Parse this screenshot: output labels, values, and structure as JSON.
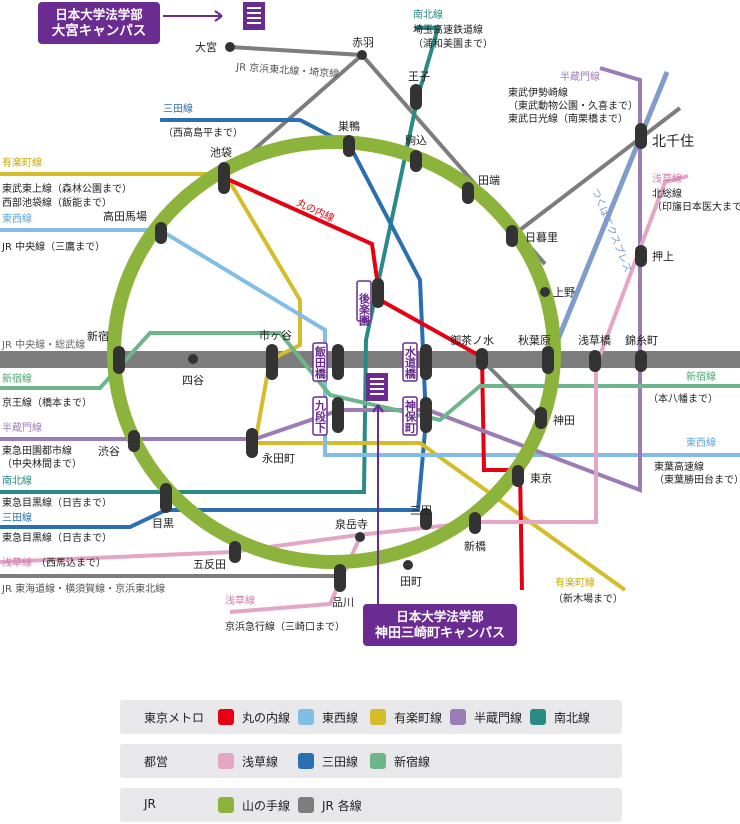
{
  "colors": {
    "marunouchi": "#e60012",
    "tozai": "#82bde6",
    "yurakucho": "#d4bc2a",
    "hanzomon": "#9b7cb6",
    "namboku": "#2a8b86",
    "asakusa": "#e5a6c6",
    "mita": "#2a6fb0",
    "shinjuku": "#6db58a",
    "yamanote": "#8cb43c",
    "jr": "#7d7d7d",
    "tx": "#7f9ccb",
    "campus": "#6a2c91"
  },
  "campuses": {
    "omiya": {
      "line1": "日本大学法学部",
      "line2": "大宮キャンパス"
    },
    "kanda": {
      "line1": "日本大学法学部",
      "line2": "神田三崎町キャンパス"
    }
  },
  "stations": {
    "omiya": "大宮",
    "akabane": "赤羽",
    "oji": "王子",
    "sugamo": "巣鴨",
    "komagome": "駒込",
    "tabata": "田端",
    "nippori": "日暮里",
    "ueno": "上野",
    "ikebukuro": "池袋",
    "takadanobaba": "高田馬場",
    "shinjuku": "新宿",
    "yotsuya": "四谷",
    "ichigaya": "市ヶ谷",
    "iidabashi": "飯田橋",
    "suidobashi": "水道橋",
    "korakuen": "後楽園",
    "ochanomizu": "御茶ノ水",
    "akihabara": "秋葉原",
    "asakusabashi": "浅草橋",
    "kinshicho": "錦糸町",
    "kitasenju": "北千住",
    "oshiage": "押上",
    "kudanshita": "九段下",
    "jimbocho": "神保町",
    "kanda": "神田",
    "tokyo": "東京",
    "nagatacho": "永田町",
    "shibuya": "渋谷",
    "meguro": "目黒",
    "gotanda": "五反田",
    "sengakuji": "泉岳寺",
    "mita": "三田",
    "shimbashi": "新橋",
    "tamachi": "田町",
    "shinagawa": "品川"
  },
  "line_labels": {
    "namboku_top": "南北線",
    "saitama_rail": "埼玉高速鉄道線",
    "saitama_rail_sub": "（浦和美園まで）",
    "jr_keihin": "JR 京浜東北線・埼京線",
    "mita_top": "三田線",
    "mita_top_sub": "（西高島平まで）",
    "yurakucho_left": "有楽町線",
    "tobu_tojo": "東武東上線（森林公園まで）",
    "seibu_ikebukuro": "西部池袋線（飯能まで）",
    "tozai_left": "東西線",
    "jr_chuo_mitaka": "JR 中央線（三鷹まで）",
    "marunouchi_label": "丸の内線",
    "hanzomon_top": "半蔵門線",
    "tobu_isesaki": "東武伊勢崎線",
    "tobu_isesaki_sub": "（東武動物公園・久喜まで）",
    "tobu_nikko": "東武日光線（南栗橋まで）",
    "tx_label": "つくばエクスプレス",
    "asakusa_right": "浅草線",
    "hokuso": "北総線",
    "hokuso_sub": "（印旛日本医大まで）",
    "jr_chuo_sobu": "JR 中央線・総武線",
    "shinjuku_left": "新宿線",
    "keio": "京王線（橋本まで）",
    "shinjuku_right": "新宿線",
    "motoyawata": "（本八幡まで）",
    "tozai_right": "東西線",
    "toyo_rapid": "東葉高速線",
    "toyo_rapid_sub": "（東葉勝田台まで）",
    "hanzomon_left": "半蔵門線",
    "denentoshi": "東急田園都市線",
    "denentoshi_sub": "（中央林間まで）",
    "namboku_left": "南北線",
    "meguro_line1": "東急目黒線（日吉まで）",
    "mita_left": "三田線",
    "meguro_line2": "東急目黒線（日吉まで）",
    "asakusa_left": "浅草線",
    "nishimagome": "（西馬込まで）",
    "jr_tokaido": "JR 東海道線・横須賀線・京浜東北線",
    "asakusa_bottom": "浅草線",
    "keikyu": "京浜急行線（三崎口まで）",
    "yurakucho_right": "有楽町線",
    "shinkiba": "（新木場まで）"
  },
  "legend": {
    "metro": {
      "category": "東京メトロ",
      "items": [
        "丸の内線",
        "東西線",
        "有楽町線",
        "半蔵門線",
        "南北線"
      ]
    },
    "toei": {
      "category": "都営",
      "items": [
        "浅草線",
        "三田線",
        "新宿線"
      ]
    },
    "jr": {
      "category": "JR",
      "items": [
        "山の手線",
        "JR 各線"
      ]
    }
  }
}
